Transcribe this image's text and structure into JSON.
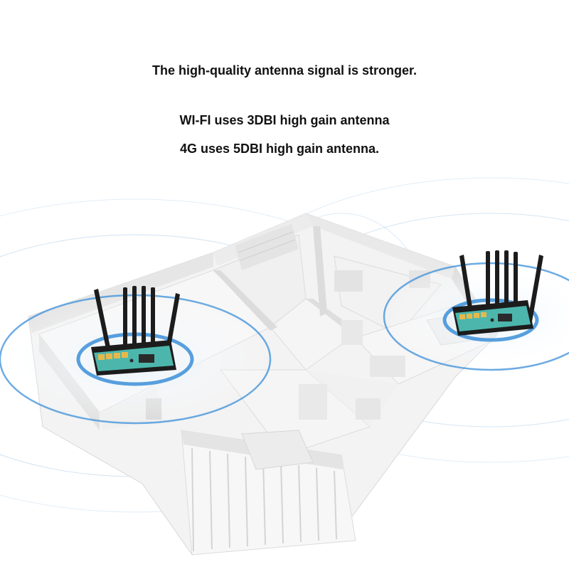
{
  "headline": "The high-quality antenna signal is stronger.",
  "wifi_line": "WI-FI uses 3DBI high gain antenna",
  "lte_line": "4G uses 5DBI high gain antenna.",
  "illustration": {
    "subject": "floor-plan-with-routers",
    "router_count": 2,
    "signal_color": "#3b8fd8",
    "router_body_color": "#1c1c1c",
    "router_panel_color": "#4db6ac",
    "port_color": "#e5b94b"
  }
}
